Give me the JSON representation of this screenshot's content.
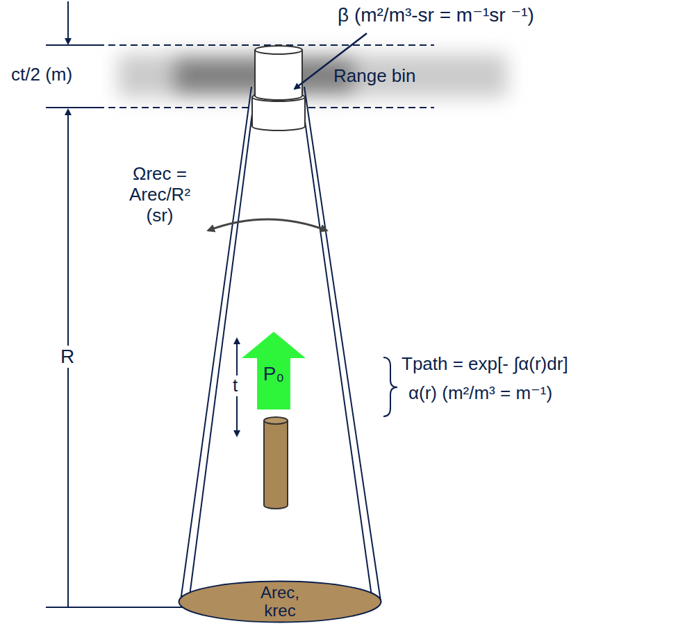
{
  "diagram": {
    "nodes": [
      {
        "text": [
          "P₀"
        ]
      },
      {
        "text": [
          "Arec, krec"
        ]
      }
    ],
    "labels": [
      "β (m²/m³-sr = m⁻¹sr ⁻¹)",
      "ct/2 (m)",
      "Range bin",
      "Ωrec = Arec/R² (sr)",
      "R",
      "t",
      "Tpath = exp[- ∫α(r)dr]",
      "α(r) (m²/m³ = m⁻¹)"
    ]
  }
}
